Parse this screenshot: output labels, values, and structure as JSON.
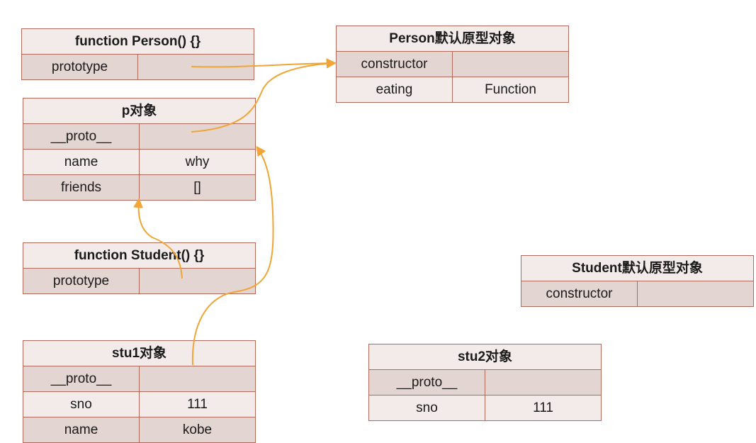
{
  "person_fn": {
    "title": "function Person() {}",
    "rows": [
      [
        "prototype",
        ""
      ]
    ]
  },
  "person_proto": {
    "title": "Person默认原型对象",
    "rows": [
      [
        "constructor",
        ""
      ],
      [
        "eating",
        "Function"
      ]
    ]
  },
  "p_obj": {
    "title": "p对象",
    "rows": [
      [
        "__proto__",
        ""
      ],
      [
        "name",
        "why"
      ],
      [
        "friends",
        "[]"
      ]
    ]
  },
  "student_fn": {
    "title": "function Student() {}",
    "rows": [
      [
        "prototype",
        ""
      ]
    ]
  },
  "student_proto": {
    "title": "Student默认原型对象",
    "rows": [
      [
        "constructor",
        ""
      ]
    ]
  },
  "stu1_obj": {
    "title": "stu1对象",
    "rows": [
      [
        "__proto__",
        ""
      ],
      [
        "sno",
        "111"
      ],
      [
        "name",
        "kobe"
      ]
    ]
  },
  "stu2_obj": {
    "title": "stu2对象",
    "rows": [
      [
        "__proto__",
        ""
      ],
      [
        "sno",
        "111"
      ]
    ]
  },
  "colors": {
    "border": "#b06a5c",
    "row_dark": "#e3d5d2",
    "row_light": "#f3ebe9",
    "arrow": "#f0a536"
  }
}
